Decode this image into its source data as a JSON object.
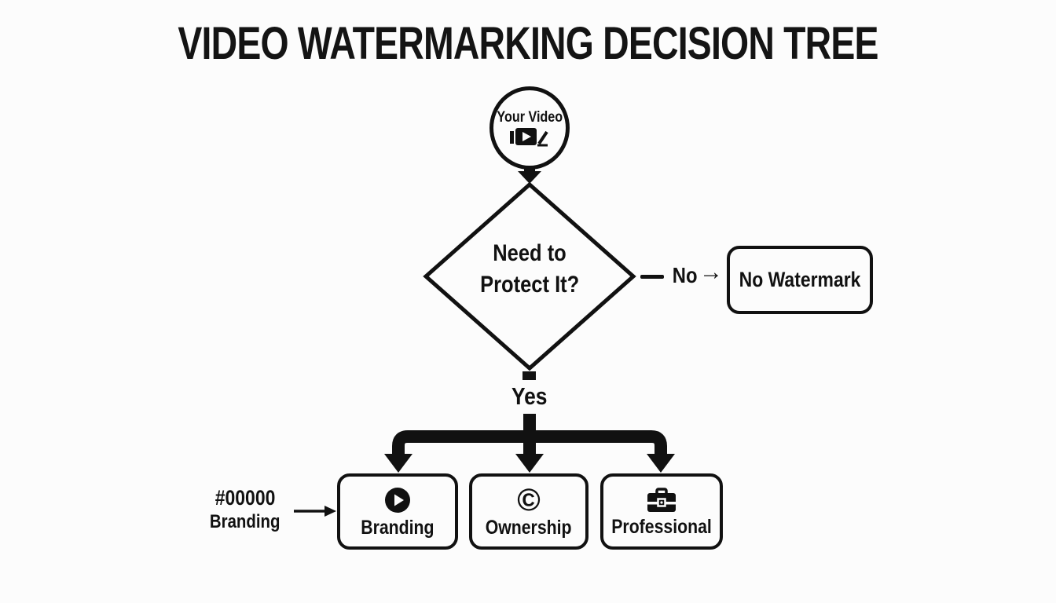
{
  "title": "VIDEO WATERMARKING DECISION TREE",
  "colors": {
    "ink": "#111111",
    "background": "#fcfcfc"
  },
  "icons": {
    "arrow_right": "→",
    "copyright": "©"
  },
  "start": {
    "label": "Your Video",
    "icon": "video-camera-icon"
  },
  "decision": {
    "question_line1": "Need to",
    "question_line2": "Protect It?"
  },
  "branches": {
    "no_label": "No",
    "yes_label": "Yes"
  },
  "results": {
    "no_watermark_label": "No Watermark"
  },
  "outcomes": [
    {
      "label": "Branding",
      "icon": "play-circle-icon"
    },
    {
      "label": "Ownership",
      "icon": "copyright-icon"
    },
    {
      "label": "Professional",
      "icon": "briefcase-icon"
    }
  ],
  "annotation": {
    "hex_label": "#00000",
    "target_label": "Branding"
  }
}
